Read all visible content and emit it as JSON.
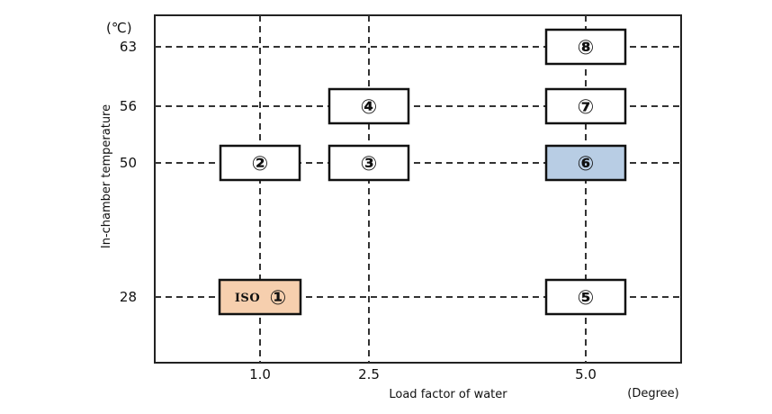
{
  "chart_data": {
    "type": "scatter",
    "title": "",
    "xlabel": "Load factor of water",
    "x_unit_label": "(Degree)",
    "ylabel": "In-chamber temperature",
    "y_unit_label": "(℃)",
    "x_ticks": [
      1.0,
      2.5,
      5.0
    ],
    "x_tick_labels": [
      "1.0",
      "2.5",
      "5.0"
    ],
    "y_ticks": [
      28,
      50,
      56,
      63
    ],
    "y_tick_labels": [
      "28",
      "50",
      "56",
      "63"
    ],
    "grid": "dashed at ticks",
    "points": [
      {
        "label": "①",
        "prefix": "ISO",
        "x": 1.0,
        "y": 28,
        "fill": "#f6cfae"
      },
      {
        "label": "②",
        "prefix": "",
        "x": 1.0,
        "y": 50,
        "fill": "#ffffff"
      },
      {
        "label": "③",
        "prefix": "",
        "x": 2.5,
        "y": 50,
        "fill": "#ffffff"
      },
      {
        "label": "④",
        "prefix": "",
        "x": 2.5,
        "y": 56,
        "fill": "#ffffff"
      },
      {
        "label": "⑤",
        "prefix": "",
        "x": 5.0,
        "y": 28,
        "fill": "#ffffff"
      },
      {
        "label": "⑥",
        "prefix": "",
        "x": 5.0,
        "y": 50,
        "fill": "#b8cde4"
      },
      {
        "label": "⑦",
        "prefix": "",
        "x": 5.0,
        "y": 56,
        "fill": "#ffffff"
      },
      {
        "label": "⑧",
        "prefix": "",
        "x": 5.0,
        "y": 63,
        "fill": "#ffffff"
      }
    ]
  }
}
